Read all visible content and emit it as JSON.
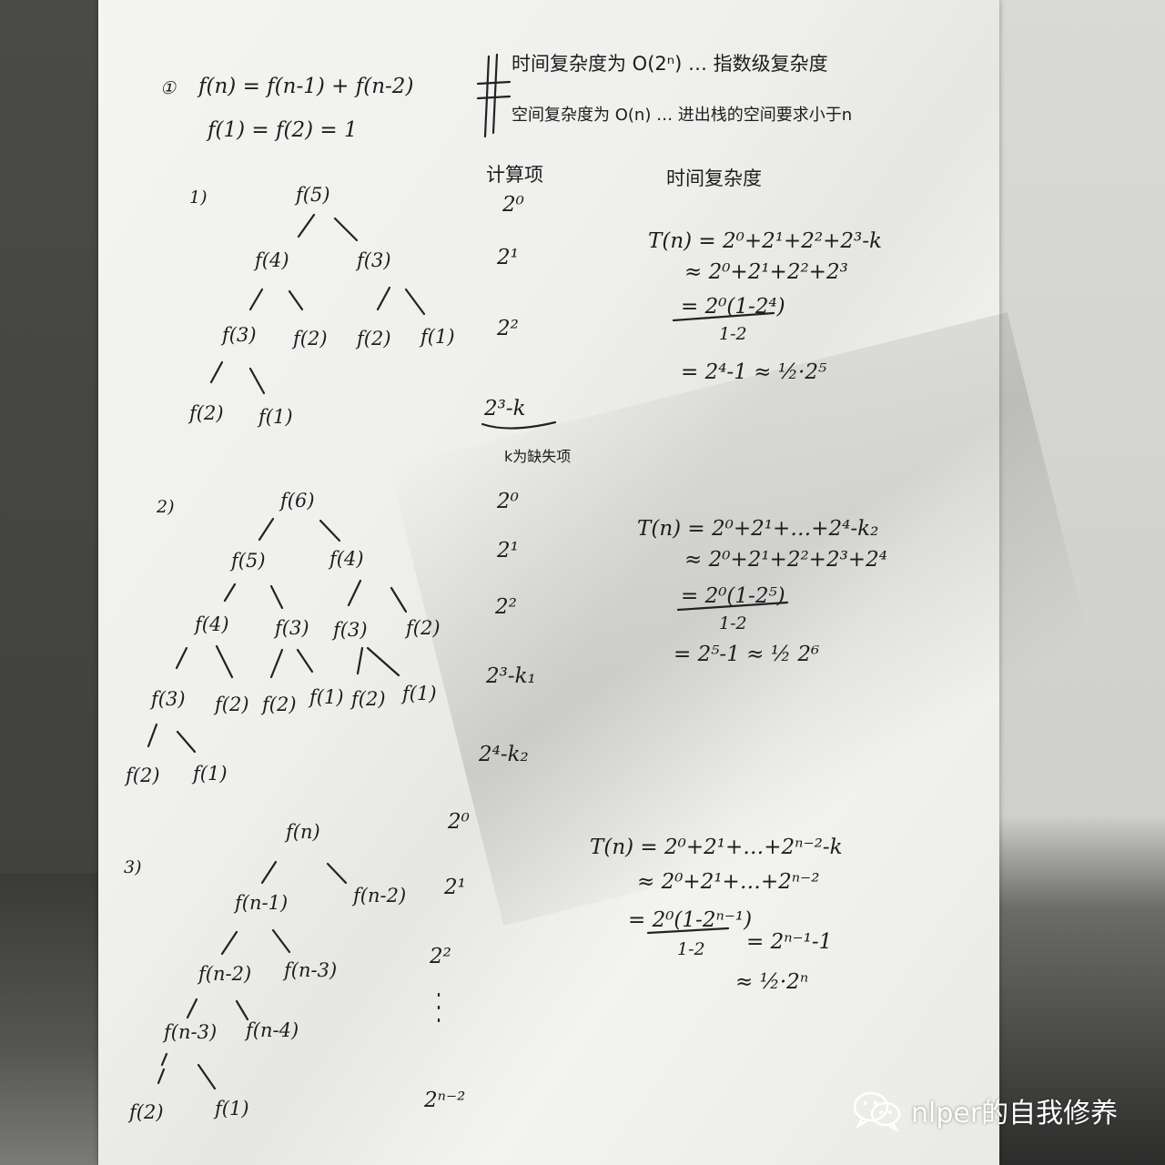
{
  "formula": {
    "index": "①",
    "recurrence": "f(n) = f(n-1) + f(n-2)",
    "base": "f(1) = f(2) = 1"
  },
  "complexity": {
    "mark": "#",
    "time": "时间复杂度为 O(2ⁿ) … 指数级复杂度",
    "space": "空间复杂度为 O(n) … 进出栈的空间要求小于n"
  },
  "headers": {
    "terms": "计算项",
    "time_complexity": "时间复杂度"
  },
  "example1": {
    "label": "1)",
    "nodes": [
      "f(5)",
      "f(4)",
      "f(3)",
      "f(3)",
      "f(2)",
      "f(2)",
      "f(1)",
      "f(2)",
      "f(1)"
    ],
    "terms": [
      "2⁰",
      "2¹",
      "2²",
      "2³-k"
    ],
    "missing_note": "k为缺失项",
    "derivation": [
      "T(n) = 2⁰+2¹+2²+2³-k",
      "≈ 2⁰+2¹+2²+2³",
      "= 2⁰(1-2⁴)",
      "1-2",
      "= 2⁴-1 ≈ ½·2⁵"
    ]
  },
  "example2": {
    "label": "2)",
    "nodes": [
      "f(6)",
      "f(5)",
      "f(4)",
      "f(4)",
      "f(3)",
      "f(3)",
      "f(2)",
      "f(3)",
      "f(2)",
      "f(2)",
      "f(1)",
      "f(2)",
      "f(1)",
      "f(2)",
      "f(1)"
    ],
    "terms": [
      "2⁰",
      "2¹",
      "2²",
      "2³-k₁",
      "2⁴-k₂"
    ],
    "derivation": [
      "T(n) = 2⁰+2¹+…+2⁴-k₂",
      "≈ 2⁰+2¹+2²+2³+2⁴",
      "= 2⁰(1-2⁵)",
      "1-2",
      "= 2⁵-1 ≈ ½ 2⁶"
    ]
  },
  "example3": {
    "label": "3)",
    "nodes": [
      "f(n)",
      "f(n-1)",
      "f(n-2)",
      "f(n-2)",
      "f(n-3)",
      "f(n-3)",
      "f(n-4)",
      "f(2)",
      "f(1)"
    ],
    "terms": [
      "2⁰",
      "2¹",
      "2²",
      "⋮",
      "2ⁿ⁻²"
    ],
    "derivation": [
      "T(n) = 2⁰+2¹+…+2ⁿ⁻²-k",
      "≈ 2⁰+2¹+…+2ⁿ⁻²",
      "= 2⁰(1-2ⁿ⁻¹)",
      "1-2",
      "= 2ⁿ⁻¹-1",
      "≈ ½·2ⁿ"
    ]
  },
  "watermark": {
    "icon": "wechat-icon",
    "text": "nlper的自我修养"
  }
}
